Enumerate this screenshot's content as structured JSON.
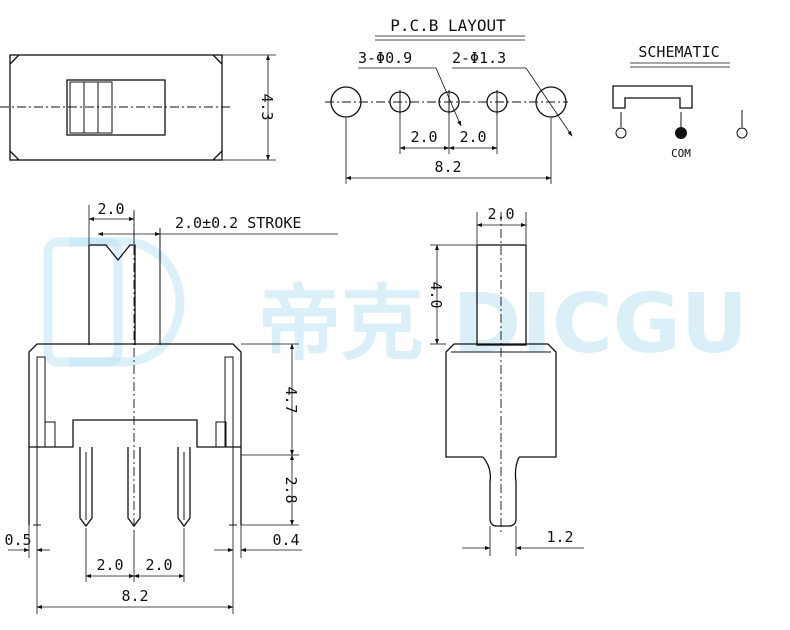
{
  "pcb_layout": {
    "title": "P.C.B LAYOUT",
    "hole_small_label": "3-Φ0.9",
    "hole_large_label": "2-Φ1.3",
    "pitch_left": "2.0",
    "pitch_right": "2.0",
    "overall_width": "8.2"
  },
  "schematic": {
    "title": "SCHEMATIC",
    "com_label": "COM"
  },
  "top_view": {
    "height_label": "4.3"
  },
  "front_view": {
    "actuator_width": "2.0",
    "stroke_label": "2.0±0.2 STROKE",
    "body_height": "4.7",
    "pin_length": "2.8",
    "leg_width_left": "0.5",
    "leg_width_right": "0.4",
    "pin_pitch_left": "2.0",
    "pin_pitch_right": "2.0",
    "overall_width": "8.2"
  },
  "side_view": {
    "actuator_width": "2.0",
    "actuator_height": "4.0",
    "pin_width": "1.2"
  },
  "watermark": {
    "logo_letters": "DD",
    "text": "帝克 DICGU"
  }
}
